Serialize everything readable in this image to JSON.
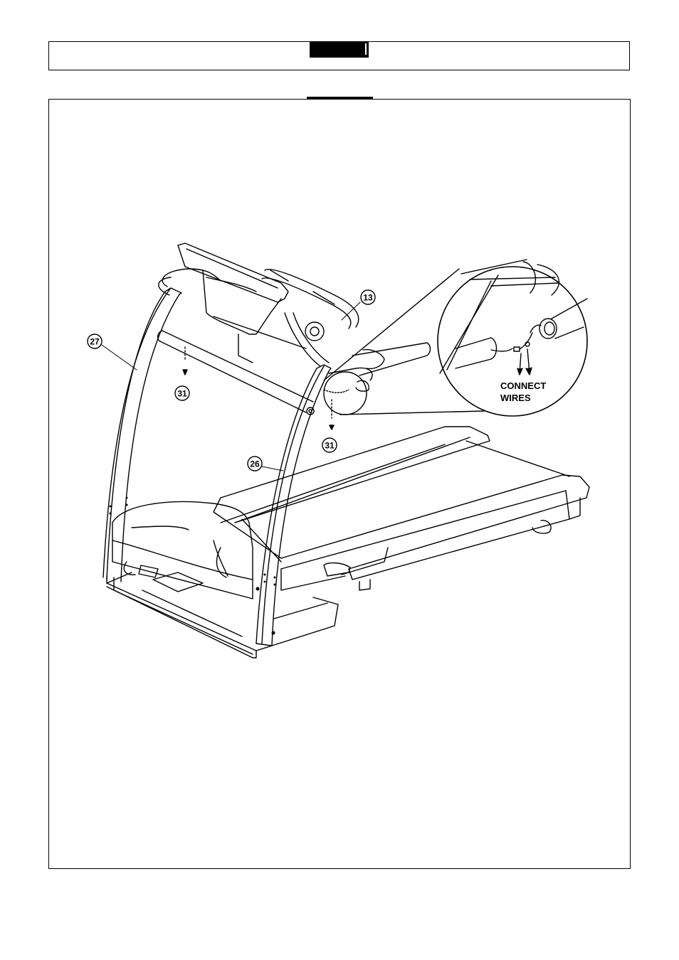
{
  "callouts": {
    "part_27": "27",
    "part_13": "13",
    "part_31_left": "31",
    "part_31_right": "31",
    "part_26": "26"
  },
  "detail_note": {
    "line1": "CONNECT",
    "line2": "WIRES"
  }
}
